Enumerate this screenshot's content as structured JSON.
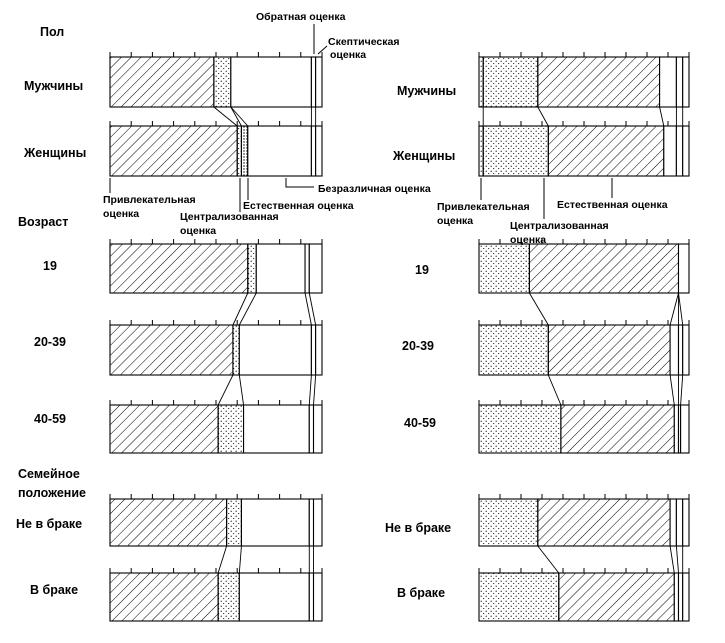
{
  "chart_data": {
    "type": "bar",
    "stacked": true,
    "orientation": "horizontal",
    "normalized": "percent",
    "segments": [
      "Привлекательная оценка",
      "Централизованная оценка",
      "Естественная оценка",
      "Безразличная оценка",
      "Обратная оценка",
      "Скептическая оценка"
    ],
    "groups": [
      {
        "label": "Пол",
        "rows": [
          "Мужчины",
          "Женщины"
        ]
      },
      {
        "label": "Возраст",
        "rows": [
          "19",
          "20-39",
          "40-59"
        ]
      },
      {
        "label": "Семейное положение",
        "rows": [
          "Не в браке",
          "В браке"
        ]
      }
    ],
    "panels": [
      {
        "values": {
          "Мужчины": [
            49,
            8,
            0,
            38,
            2,
            3
          ],
          "Женщины": [
            60,
            2,
            3,
            30,
            2,
            3
          ],
          "19": [
            65,
            4,
            0,
            23,
            2,
            6
          ],
          "20-39": [
            58,
            3,
            0,
            34,
            2,
            3
          ],
          "40-59": [
            51,
            12,
            0,
            31,
            2,
            4
          ],
          "Не в браке": [
            55,
            7,
            0,
            32,
            2,
            4
          ],
          "В браке": [
            51,
            10,
            0,
            33,
            2,
            4
          ]
        }
      },
      {
        "values": {
          "Мужчины": [
            2,
            26,
            58,
            8,
            3,
            3
          ],
          "Женщины": [
            2,
            31,
            55,
            6,
            3,
            3
          ],
          "19": [
            0,
            24,
            71,
            0,
            0,
            5
          ],
          "20-39": [
            0,
            33,
            58,
            4,
            2,
            3
          ],
          "40-59": [
            0,
            39,
            54,
            2,
            1,
            4
          ],
          "Не в браке": [
            0,
            28,
            63,
            3,
            3,
            3
          ],
          "В браке": [
            0,
            38,
            55,
            2,
            2,
            3
          ]
        }
      }
    ],
    "annotations_left": {
      "top": [
        "Обратная оценка",
        "Скептическая оценка"
      ],
      "bottom": [
        "Привлекательная оценка",
        "Централизованная оценка",
        "Естественная оценка",
        "Безразличная оценка"
      ]
    },
    "annotations_right": {
      "bottom": [
        "Привлекательная оценка",
        "Централизованная оценка",
        "Естественная оценка"
      ]
    },
    "fill_styles": {
      "Привлекательная оценка": "diagonal-hatch",
      "Централизованная оценка": "dots",
      "Естественная оценка": "dense-dots",
      "Безразличная оценка": "blank",
      "Обратная оценка": "blank",
      "Скептическая оценка": "blank"
    },
    "panel_fill_styles": [
      [
        "hatch",
        "dots",
        "dense-dots",
        "blank",
        "blank",
        "blank"
      ],
      [
        "dots",
        "dots",
        "hatch",
        "blank",
        "blank",
        "blank"
      ]
    ],
    "colors": {
      "ink": "#000000",
      "background": "#ffffff"
    }
  }
}
